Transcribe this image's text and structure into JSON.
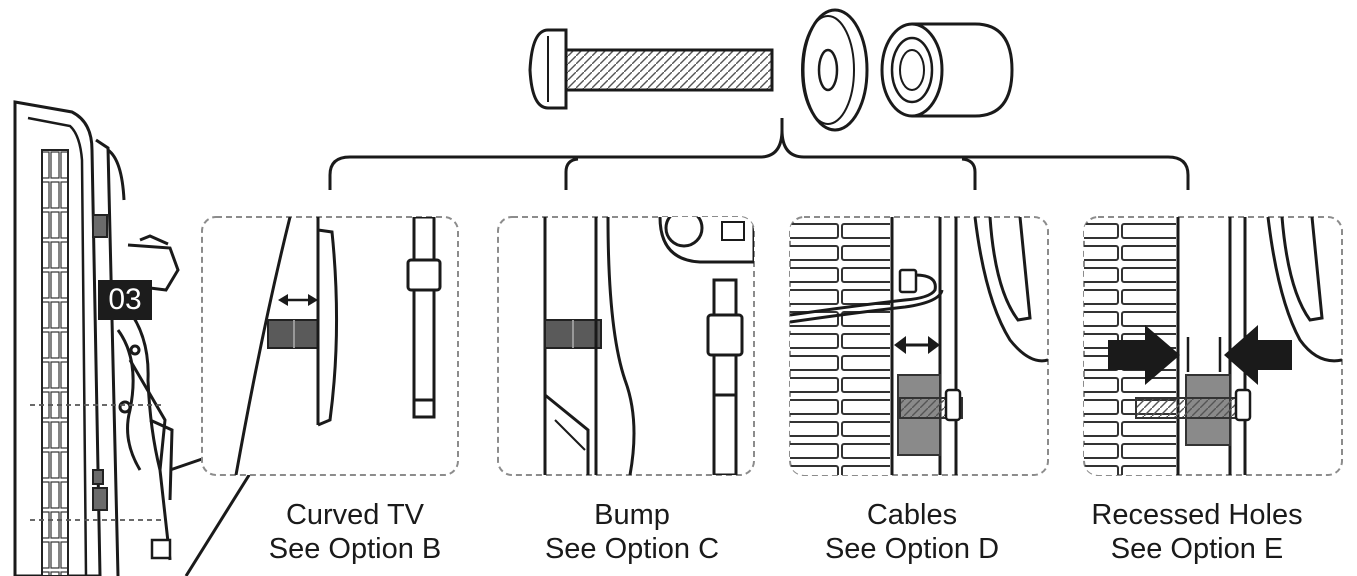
{
  "step": {
    "number": "03"
  },
  "options": [
    {
      "title": "Curved TV",
      "subtitle": "See Option B"
    },
    {
      "title": "Bump",
      "subtitle": "See Option C"
    },
    {
      "title": "Cables",
      "subtitle": "See Option D"
    },
    {
      "title": "Recessed Holes",
      "subtitle": "See Option E"
    }
  ],
  "hardware": [
    "screw",
    "washer",
    "spacer"
  ],
  "colors": {
    "line": "#1a1a1a",
    "fill_gray": "#8a8a8a",
    "dark_gray": "#4a4a4a",
    "panel_border": "#8c8c8c"
  }
}
